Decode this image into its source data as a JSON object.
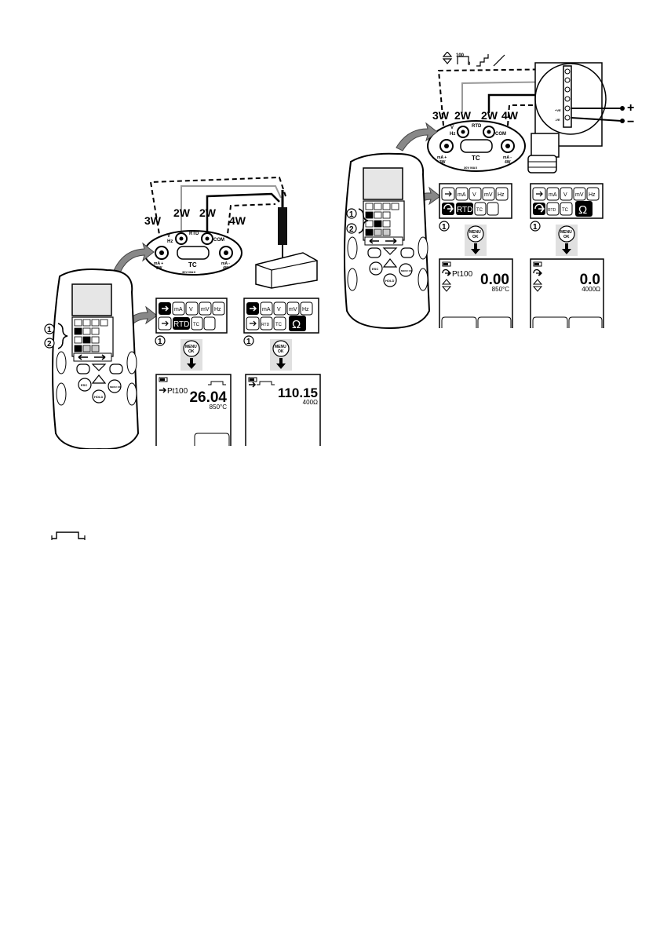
{
  "left_figure": {
    "terminal_labels": {
      "w3": "3W",
      "w2a": "2W",
      "w2b": "2W",
      "w4": "4W"
    },
    "panel": {
      "v": "V",
      "hz": "Hz",
      "rtd": "RTD",
      "com": "COM",
      "tc": "TC",
      "ma_plus": "mA +",
      "w3_small": "3W",
      "ma_minus": "mA -",
      "w4_small": "4W",
      "max": "30V MAX"
    },
    "device": {
      "esc": "ESC",
      "menu": "MENU OK",
      "hold": "HOLD"
    },
    "menu_a": {
      "keys": [
        "mA",
        "V",
        "mV",
        "Hz",
        "RTD",
        "TC"
      ]
    },
    "menu_b": {
      "keys": [
        "mA",
        "V",
        "mV",
        "Hz",
        "RTD",
        "TC",
        "Ω"
      ]
    },
    "menu_button": {
      "line1": "MENU",
      "line2": "OK"
    },
    "step_number": "1",
    "callouts": [
      "1",
      "2"
    ],
    "display_a": {
      "label": "Pt100",
      "value": "26.04",
      "sub": "850°C"
    },
    "display_b": {
      "value": "110.15",
      "sub": "400Ω"
    }
  },
  "right_figure": {
    "terminal_labels": {
      "w3": "3W",
      "w2a": "2W",
      "w2b": "2W",
      "w4": "4W"
    },
    "transmitter": {
      "plus": "+",
      "minus": "−",
      "ve_plus": "+VE",
      "ve_minus": "-VE",
      "scale": "100",
      "zero": "0"
    },
    "panel": {
      "v": "V",
      "hz": "Hz",
      "rtd": "RTD",
      "com": "COM",
      "tc": "TC",
      "ma_plus": "mA +",
      "w3_small": "3W",
      "ma_minus": "mA -",
      "w4_small": "4W",
      "max": "30V MAX"
    },
    "device": {
      "esc": "ESC",
      "menu": "MENU OK",
      "hold": "HOLD"
    },
    "menu_a": {
      "keys": [
        "mA",
        "V",
        "mV",
        "Hz",
        "RTD",
        "TC"
      ]
    },
    "menu_b": {
      "keys": [
        "mA",
        "V",
        "mV",
        "Hz",
        "RTD",
        "TC",
        "Ω"
      ]
    },
    "menu_button": {
      "line1": "MENU",
      "line2": "OK"
    },
    "step_number": "1",
    "callouts": [
      "1",
      "2"
    ],
    "display_a": {
      "label": "Pt100",
      "value": "0.00",
      "sub": "850°C"
    },
    "display_b": {
      "value": "0.0",
      "sub": "4000Ω"
    }
  },
  "icons": [
    "battery-icon",
    "measure-arrow-icon",
    "source-arrow-icon",
    "up-down-icon",
    "resistor-icon",
    "curved-arrow-icon",
    "down-arrow-icon"
  ]
}
